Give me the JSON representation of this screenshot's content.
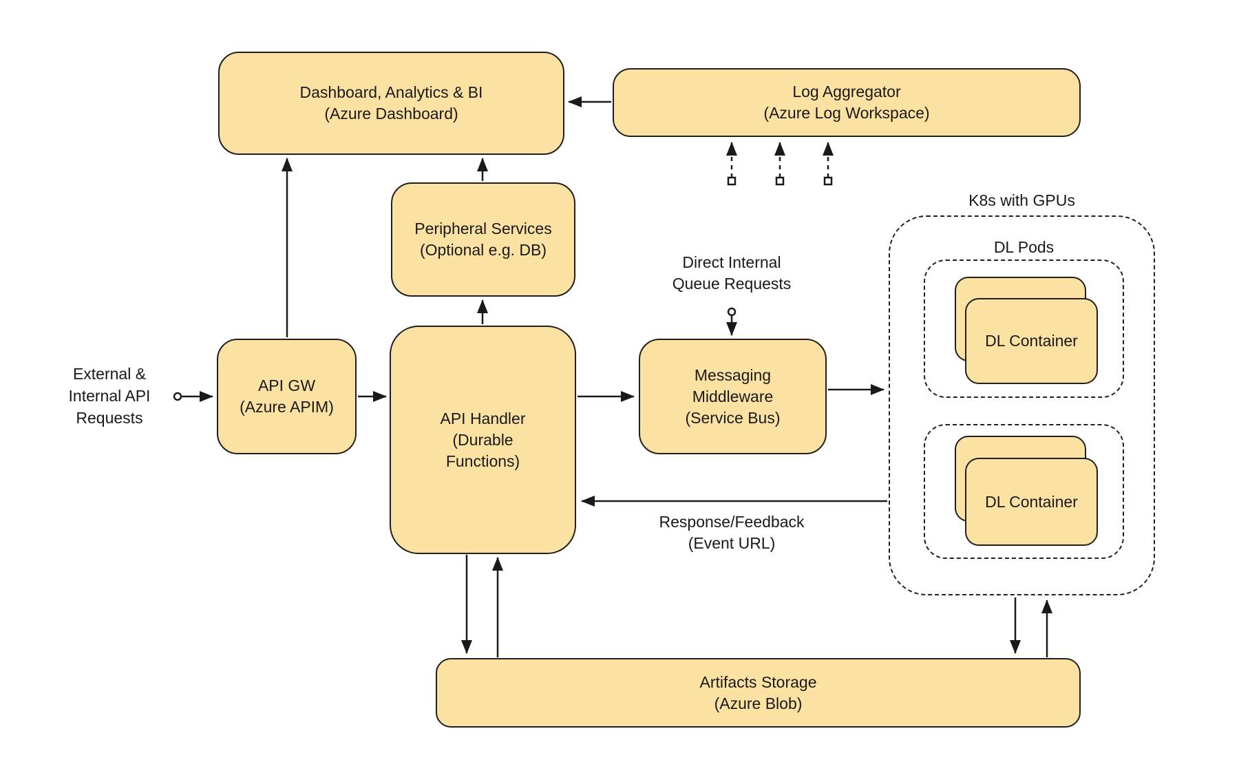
{
  "colors": {
    "background": "#FFFFFF",
    "node_fill": "#FCE2A2",
    "node_stroke": "#1F1F1F",
    "edge": "#1A1A1A",
    "text": "#191919"
  },
  "nodes": {
    "dashboard": {
      "line1": "Dashboard, Analytics & BI",
      "line2": "(Azure Dashboard)"
    },
    "log_aggregator": {
      "line1": "Log Aggregator",
      "line2": "(Azure Log Workspace)"
    },
    "peripheral_services": {
      "line1": "Peripheral Services",
      "line2": "(Optional e.g. DB)"
    },
    "api_gw": {
      "line1": "API GW",
      "line2": "(Azure APIM)"
    },
    "api_handler": {
      "line1": "API Handler",
      "line2": "(Durable",
      "line3": "Functions)"
    },
    "messaging_middleware": {
      "line1": "Messaging",
      "line2": "Middleware",
      "line3": "(Service Bus)"
    },
    "artifacts_storage": {
      "line1": "Artifacts Storage",
      "line2": "(Azure Blob)"
    },
    "dl_container_top": {
      "label": "DL Container"
    },
    "dl_container_bottom": {
      "label": "DL Container"
    }
  },
  "labels": {
    "external_requests": {
      "line1": "External &",
      "line2": "Internal API",
      "line3": "Requests"
    },
    "direct_queue": {
      "line1": "Direct Internal",
      "line2": "Queue Requests"
    },
    "k8s_cluster": "K8s with GPUs",
    "dl_pods": "DL Pods",
    "response_feedback": {
      "line1": "Response/Feedback",
      "line2": "(Event URL)"
    }
  }
}
